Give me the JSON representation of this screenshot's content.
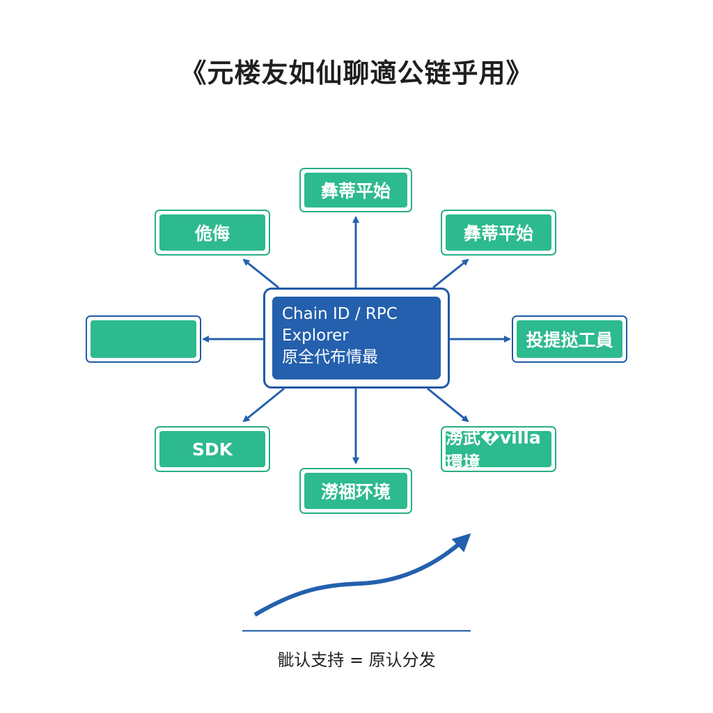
{
  "title": "《元楼友如仙聊適公链乎用》",
  "center": {
    "line1": "Chain ID / RPC",
    "line2": "Explorer",
    "line3": "原全代布情最"
  },
  "nodes": {
    "top": "彝蒂平始",
    "top_left": "佹侮",
    "top_right": "彝蒂平始",
    "left": "",
    "right": "投提挞工員",
    "bottom_left": "SDK",
    "bottom_right": "澇武�villa環境",
    "bottom": "澇祵环境"
  },
  "footer": "骴认支持 = 原认分发",
  "colors": {
    "green_fill": "#2dba8e",
    "green_border": "#27ae85",
    "blue_fill": "#2460ad",
    "blue_border": "#1f5aa6"
  }
}
